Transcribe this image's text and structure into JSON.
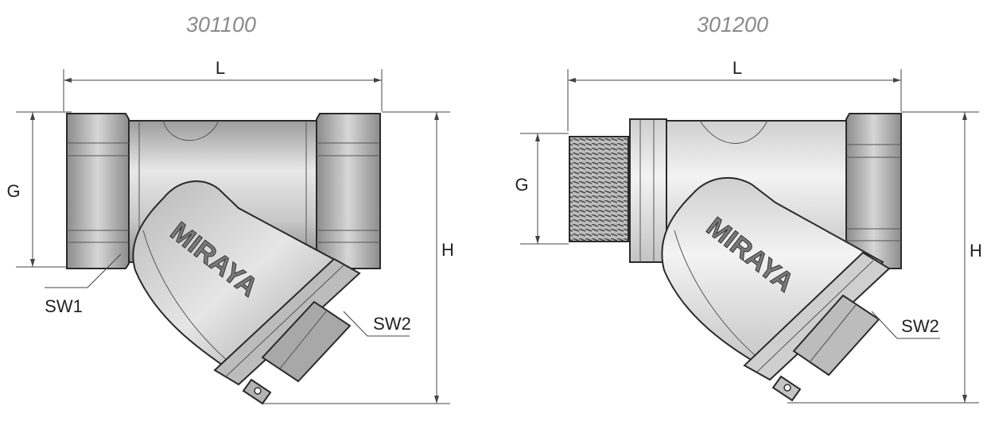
{
  "left_diagram": {
    "model": "301100",
    "dimensions": {
      "length": "L",
      "thread": "G",
      "height": "H",
      "wrench_1": "SW1",
      "wrench_2": "SW2"
    },
    "brand": "MIRAYA"
  },
  "right_diagram": {
    "model": "301200",
    "dimensions": {
      "length": "L",
      "thread": "G",
      "height": "H",
      "wrench_2": "SW2"
    },
    "brand": "MIRAYA"
  },
  "colors": {
    "body_light": "#e4e4e4",
    "body_mid": "#c9c9c9",
    "body_dark": "#9a9a9a",
    "line": "#444444",
    "title": "#8a8a8a"
  }
}
